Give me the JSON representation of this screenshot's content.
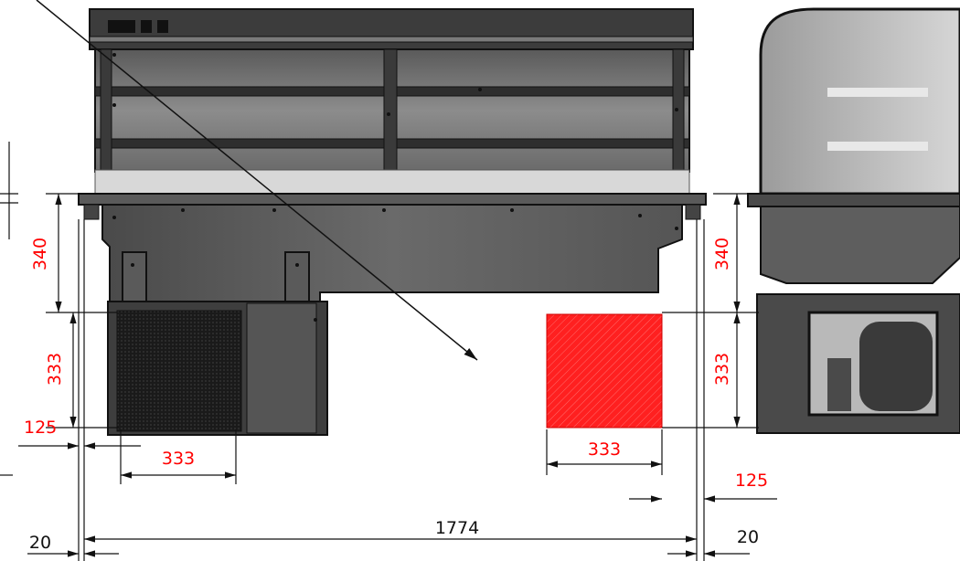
{
  "colors": {
    "dimension_red": "#ff0000",
    "dimension_black": "#111111",
    "cabinet_dark": "#3a3a3a",
    "glass_gray": "#9a9a9a",
    "cutout_red": "#ff2020"
  },
  "dimensions": {
    "front_height_top": "340",
    "front_height_unit": "333",
    "front_offset_left": "125",
    "front_unit_width": "333",
    "cutout_width": "333",
    "side_height_top": "340",
    "side_height_unit": "333",
    "offset_right": "125",
    "total_width": "1774",
    "margin_left": "20",
    "margin_right": "20"
  }
}
